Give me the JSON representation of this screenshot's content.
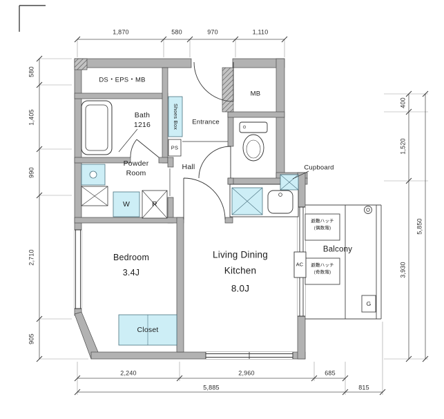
{
  "labels": {
    "ds_eps_mb": "DS・EPS・MB",
    "bath_name": "Bath",
    "bath_size": "1216",
    "shoes_box": "Shoes Box",
    "ps": "PS",
    "entrance": "Entrance",
    "mb": "MB",
    "powder_line1": "Powder",
    "powder_line2": "Room",
    "hall": "Hall",
    "washer": "W",
    "fridge": "R",
    "cupboard": "Cupboard",
    "bedroom_name": "Bedroom",
    "bedroom_size": "3.4J",
    "ldk_line1": "Living Dining",
    "ldk_line2": "Kitchen",
    "ldk_size": "8.0J",
    "closet": "Closet",
    "ac": "AC",
    "balcony": "Balcony",
    "hatch_label": "避難ハッチ",
    "hatch_even": "(偶数階)",
    "hatch_odd": "(奇数階)",
    "gas": "G"
  },
  "dimensions": {
    "top": [
      "1,870",
      "580",
      "970",
      "1,110"
    ],
    "left": [
      "580",
      "1,405",
      "990",
      "2,710",
      "905"
    ],
    "right_breakdown": [
      "400",
      "1,520",
      "3,930"
    ],
    "right_total": "5,850",
    "bottom_segments": [
      "2,240",
      "2,960",
      "685"
    ],
    "bottom_total": "5,885",
    "bottom_balcony": "815"
  },
  "colors": {
    "wall": "#b2b2b2",
    "fixture_fill": "#cdeef6",
    "line": "#333333"
  }
}
